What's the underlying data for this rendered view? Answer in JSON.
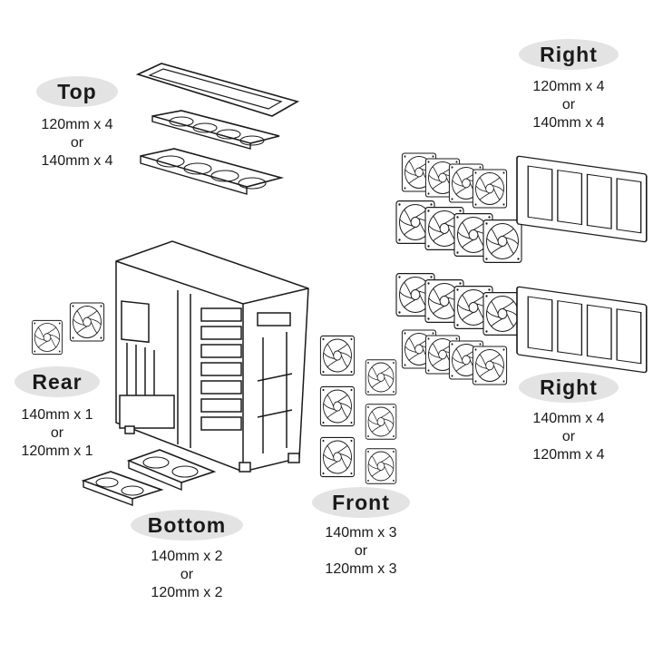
{
  "colors": {
    "line": "#1a1a1a",
    "pill": "#e3e3e3",
    "bg": "#ffffff"
  },
  "groups": {
    "top": {
      "title": "Top",
      "size_a": "120mm x 4",
      "or": "or",
      "size_b": "140mm x 4"
    },
    "right_upper": {
      "title": "Right",
      "size_a": "120mm x 4",
      "or": "or",
      "size_b": "140mm x 4"
    },
    "right_lower": {
      "title": "Right",
      "size_a": "140mm x 4",
      "or": "or",
      "size_b": "120mm x 4"
    },
    "rear": {
      "title": "Rear",
      "size_a": "140mm x 1",
      "or": "or",
      "size_b": "120mm x 1"
    },
    "front": {
      "title": "Front",
      "size_a": "140mm x 3",
      "or": "or",
      "size_b": "120mm x 3"
    },
    "bottom": {
      "title": "Bottom",
      "size_a": "140mm x 2",
      "or": "or",
      "size_b": "120mm x 2"
    }
  }
}
